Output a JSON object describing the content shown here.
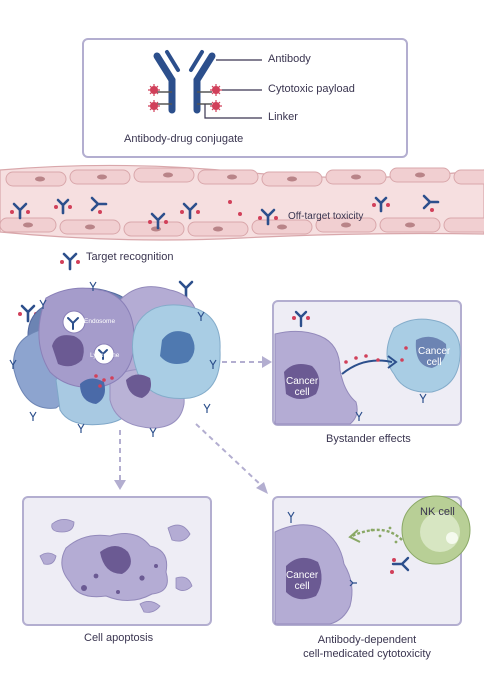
{
  "legend": {
    "antibody": "Antibody",
    "payload": "Cytotoxic payload",
    "linker": "Linker",
    "caption": "Antibody-drug conjugate"
  },
  "vessel": {
    "offtarget": "Off-target toxicity"
  },
  "tumor": {
    "target": "Target recognition",
    "endosome": "Endosome",
    "lysosome": "Lysosome"
  },
  "bystander": {
    "cancer_left": "Cancer\ncell",
    "cancer_right": "Cancer\ncell",
    "caption": "Bystander effects"
  },
  "apoptosis": {
    "caption": "Cell apoptosis"
  },
  "adcc": {
    "nk": "NK cell",
    "cancer": "Cancer\ncell",
    "caption_line1": "Antibody-dependent",
    "caption_line2": "cell-medicated cytotoxicity"
  },
  "colors": {
    "border": "#b3aed0",
    "antibody": "#2c4f8c",
    "payload": "#d1405a",
    "vessel": "#f6dfe0",
    "cell_purple": "#a59ccb",
    "cell_blue": "#9fc3dc",
    "nk_green": "#b8cf96"
  }
}
